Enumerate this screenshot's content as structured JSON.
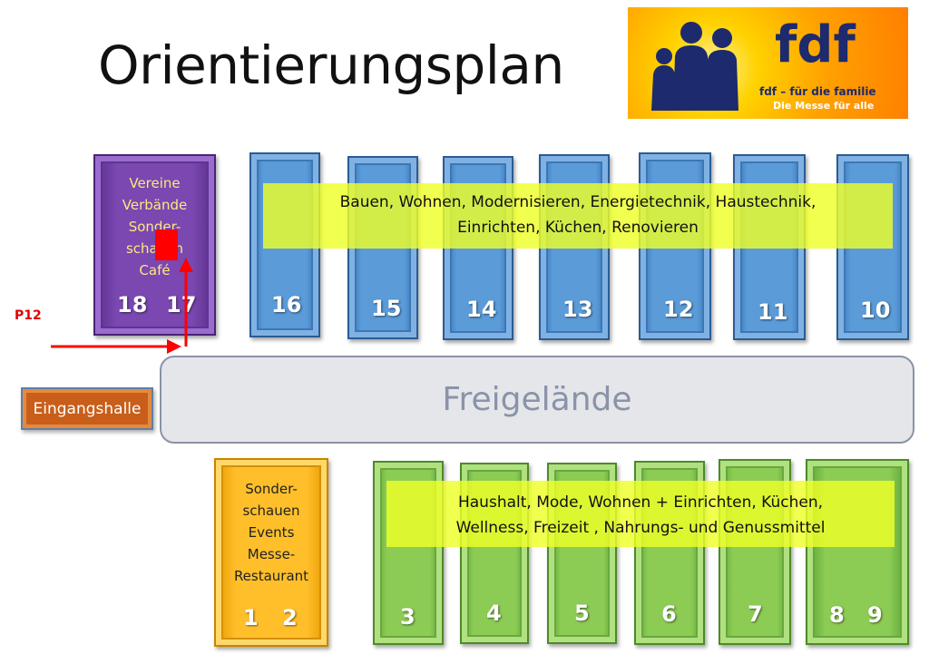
{
  "title": "Orientierungsplan",
  "logo": {
    "brand": "fdf",
    "tagline": "fdf – für die familie",
    "subtagline": "Die Messe für alle"
  },
  "halls_top": [
    {
      "number": "16"
    },
    {
      "number": "15"
    },
    {
      "number": "14"
    },
    {
      "number": "13"
    },
    {
      "number": "12"
    },
    {
      "number": "11"
    },
    {
      "number": "10"
    }
  ],
  "hall_vereine": {
    "lines": [
      "Vereine",
      "Verbände",
      "Sonder-",
      "schauen",
      "Café"
    ],
    "numbers": [
      "18",
      "17"
    ]
  },
  "band_top": {
    "line1": "Bauen, Wohnen, Modernisieren, Energietechnik, Haustechnik,",
    "line2": "Einrichten, Küchen, Renovieren"
  },
  "freigelaende": "Freigelände",
  "eingangshalle": "Eingangshalle",
  "parking": "P12",
  "hall_sonderschauen": {
    "lines": [
      "Sonder-",
      "schauen",
      "Events",
      "Messe-",
      "Restaurant"
    ],
    "numbers": [
      "1",
      "2"
    ]
  },
  "halls_bottom": [
    {
      "number": "3"
    },
    {
      "number": "4"
    },
    {
      "number": "5"
    },
    {
      "number": "6"
    },
    {
      "number": "7"
    },
    {
      "number": "8"
    },
    {
      "number": "9"
    }
  ],
  "band_bottom": {
    "line1": "Haushalt, Mode,  Wohnen + Einrichten, Küchen,",
    "line2": "Wellness, Freizeit , Nahrungs- und Genussmittel"
  },
  "colors": {
    "blue_hall": "#5b9bd8",
    "green_hall": "#8ccc55",
    "purple_hall": "#7a48b0",
    "orange_hall": "#ffbf2a",
    "highlight_band": "#eeff28",
    "route": "#ff0000",
    "entrance": "#c85e1a"
  }
}
